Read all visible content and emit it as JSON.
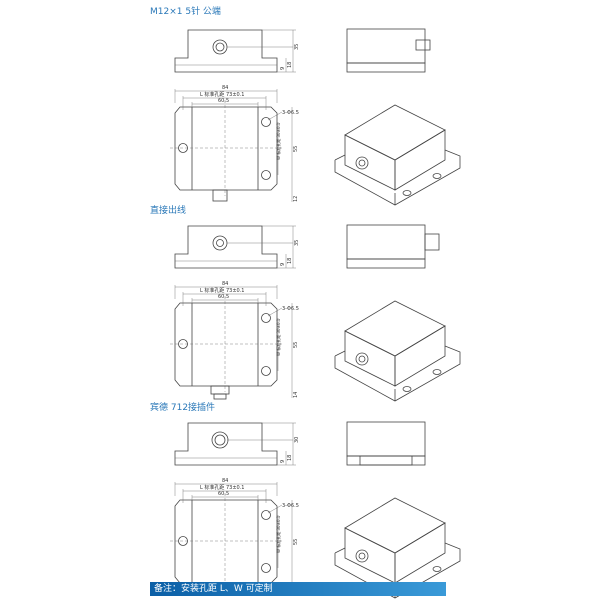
{
  "sections": [
    {
      "title": "M12×1 5针 公端",
      "side_dims": [
        "35",
        "18",
        "9"
      ],
      "dim_84": "84",
      "dim_L": "L 标准孔距 73±0.1",
      "dim_605": "60.5",
      "dim_holes": "3-Φ6.5",
      "dim_W": "W 标准孔距 30±0.1",
      "dim_55": "55",
      "dim_bottom": "12",
      "connector": "m12"
    },
    {
      "title": "直接出线",
      "side_dims": [
        "35",
        "18",
        "9"
      ],
      "dim_84": "84",
      "dim_L": "L 标准孔距 73±0.1",
      "dim_605": "60.5",
      "dim_holes": "3-Φ6.5",
      "dim_W": "W 标准孔距 30±0.1",
      "dim_55": "55",
      "dim_bottom": "14",
      "connector": "gland"
    },
    {
      "title": "宾德 712接插件",
      "side_dims": [
        "30",
        "18",
        "9"
      ],
      "dim_84": "84",
      "dim_L": "L 标准孔距 73±0.1",
      "dim_605": "60.5",
      "dim_holes": "3-Φ6.5",
      "dim_W": "W 标准孔距 30±0.1",
      "dim_55": "55",
      "dim_bottom": "",
      "connector": "binder"
    }
  ],
  "note": "备注：安装孔距 L、W 可定制",
  "colors": {
    "title": "#2a78b8",
    "banner": "#0b5fa6",
    "line": "#444444"
  }
}
